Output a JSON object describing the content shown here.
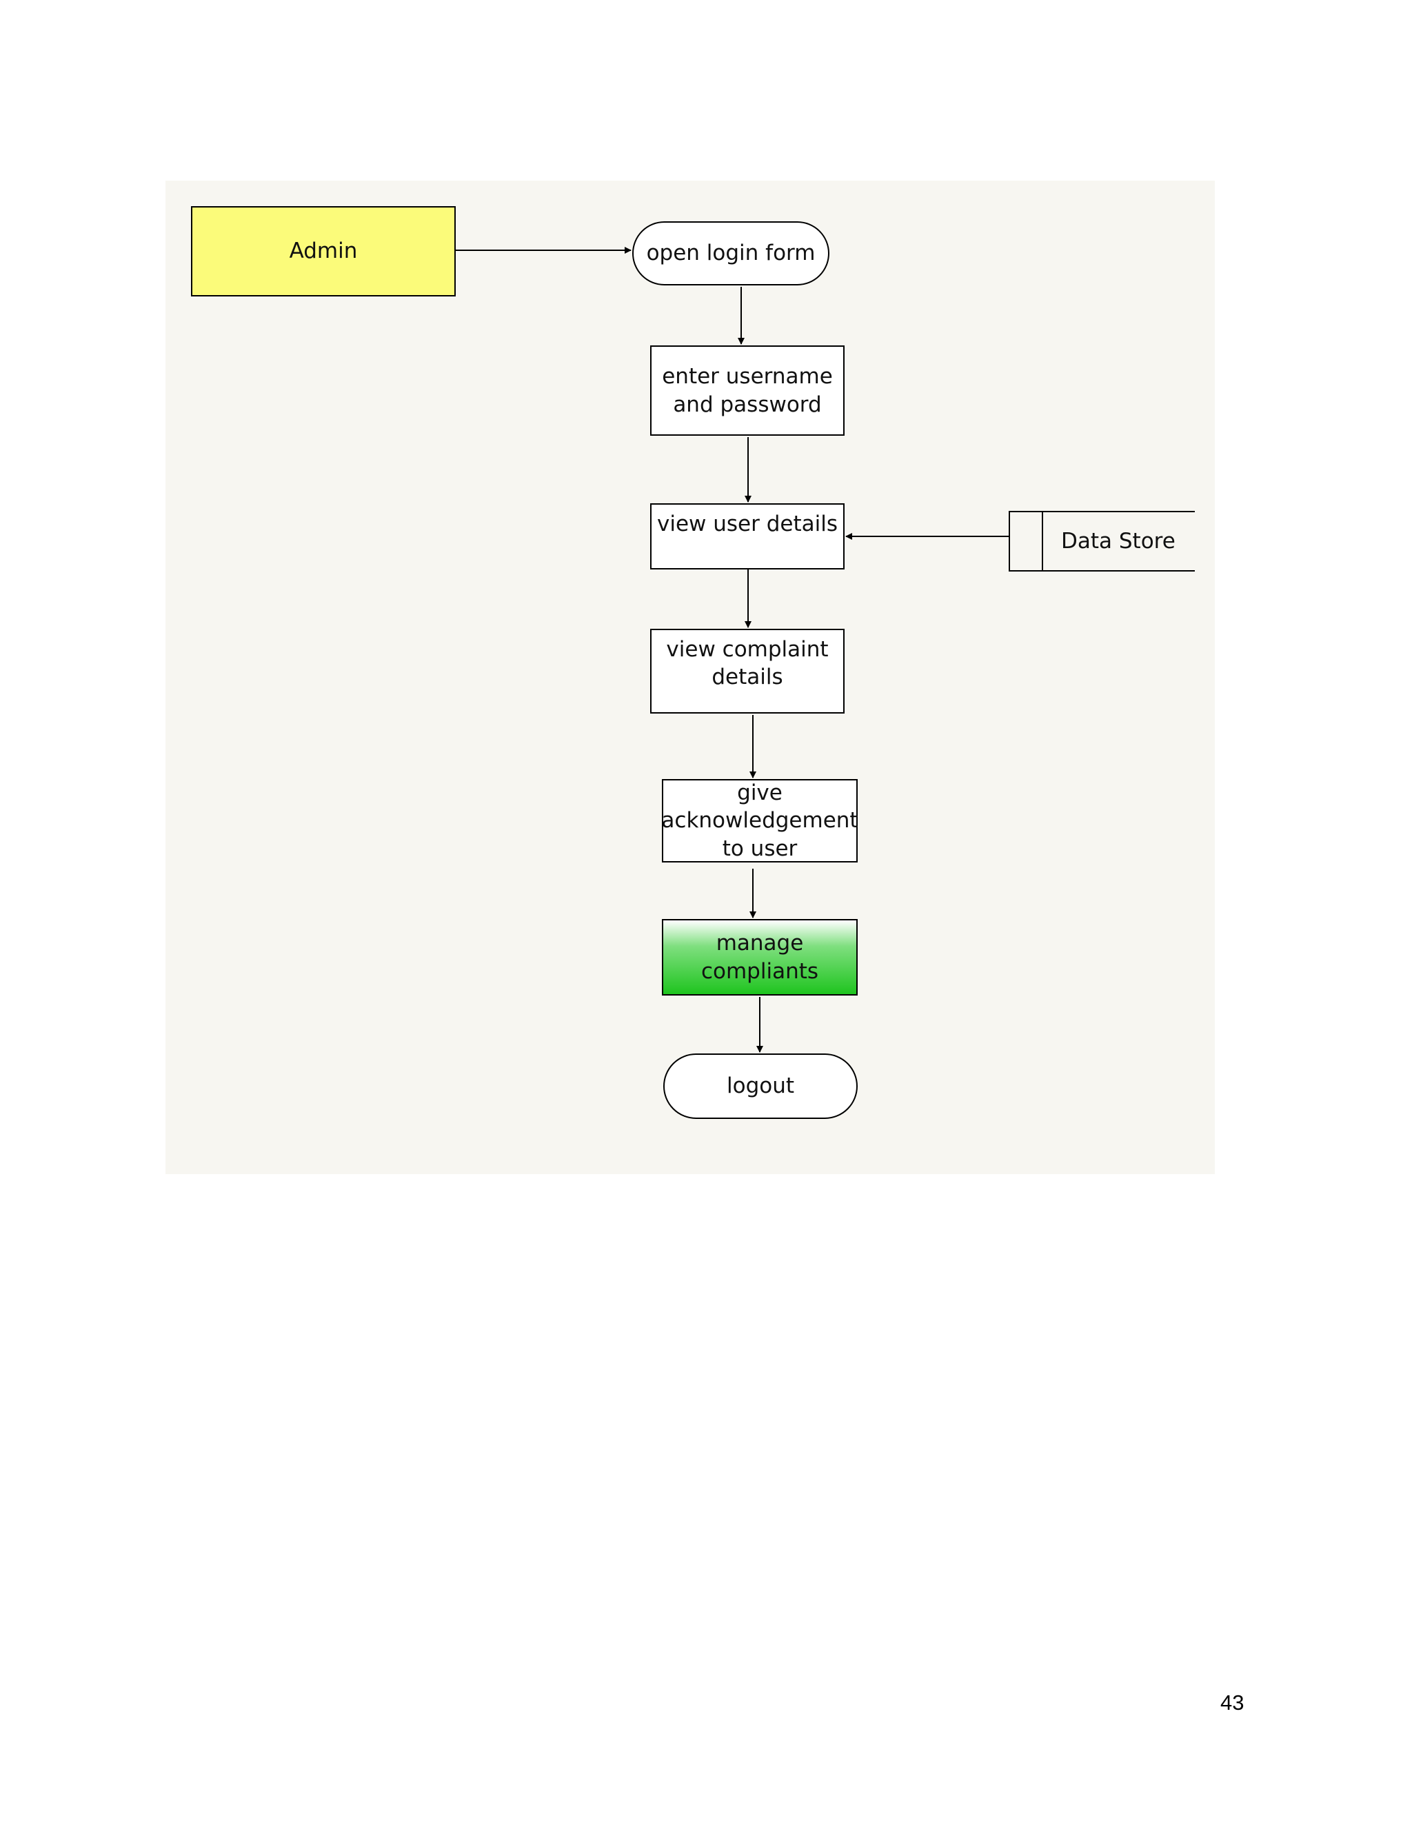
{
  "diagram": {
    "nodes": [
      {
        "id": "admin",
        "label": "Admin",
        "kind": "entity"
      },
      {
        "id": "open_login",
        "label": "open login form",
        "kind": "terminal"
      },
      {
        "id": "enter_credentials",
        "label": "enter username\nand password",
        "kind": "process"
      },
      {
        "id": "view_user",
        "label": "view user details",
        "kind": "process"
      },
      {
        "id": "data_store",
        "label": "Data Store",
        "kind": "data-store"
      },
      {
        "id": "view_complaint",
        "label": "view complaint\ndetails",
        "kind": "process"
      },
      {
        "id": "give_ack",
        "label": "give\nacknowledgement\nto user",
        "kind": "process"
      },
      {
        "id": "manage",
        "label": "manage\ncompliants",
        "kind": "process"
      },
      {
        "id": "logout",
        "label": "logout",
        "kind": "terminal"
      }
    ],
    "edges": [
      {
        "from": "admin",
        "to": "open_login"
      },
      {
        "from": "open_login",
        "to": "enter_credentials"
      },
      {
        "from": "enter_credentials",
        "to": "view_user"
      },
      {
        "from": "data_store",
        "to": "view_user"
      },
      {
        "from": "view_user",
        "to": "view_complaint"
      },
      {
        "from": "view_complaint",
        "to": "give_ack"
      },
      {
        "from": "give_ack",
        "to": "manage"
      },
      {
        "from": "manage",
        "to": "logout"
      }
    ],
    "colors": {
      "panel_background": "#f7f6f1",
      "entity_fill": "#fbfb7a",
      "highlight_fill": "#1fc41f",
      "stroke": "#000000"
    }
  },
  "page": {
    "number": "43"
  }
}
